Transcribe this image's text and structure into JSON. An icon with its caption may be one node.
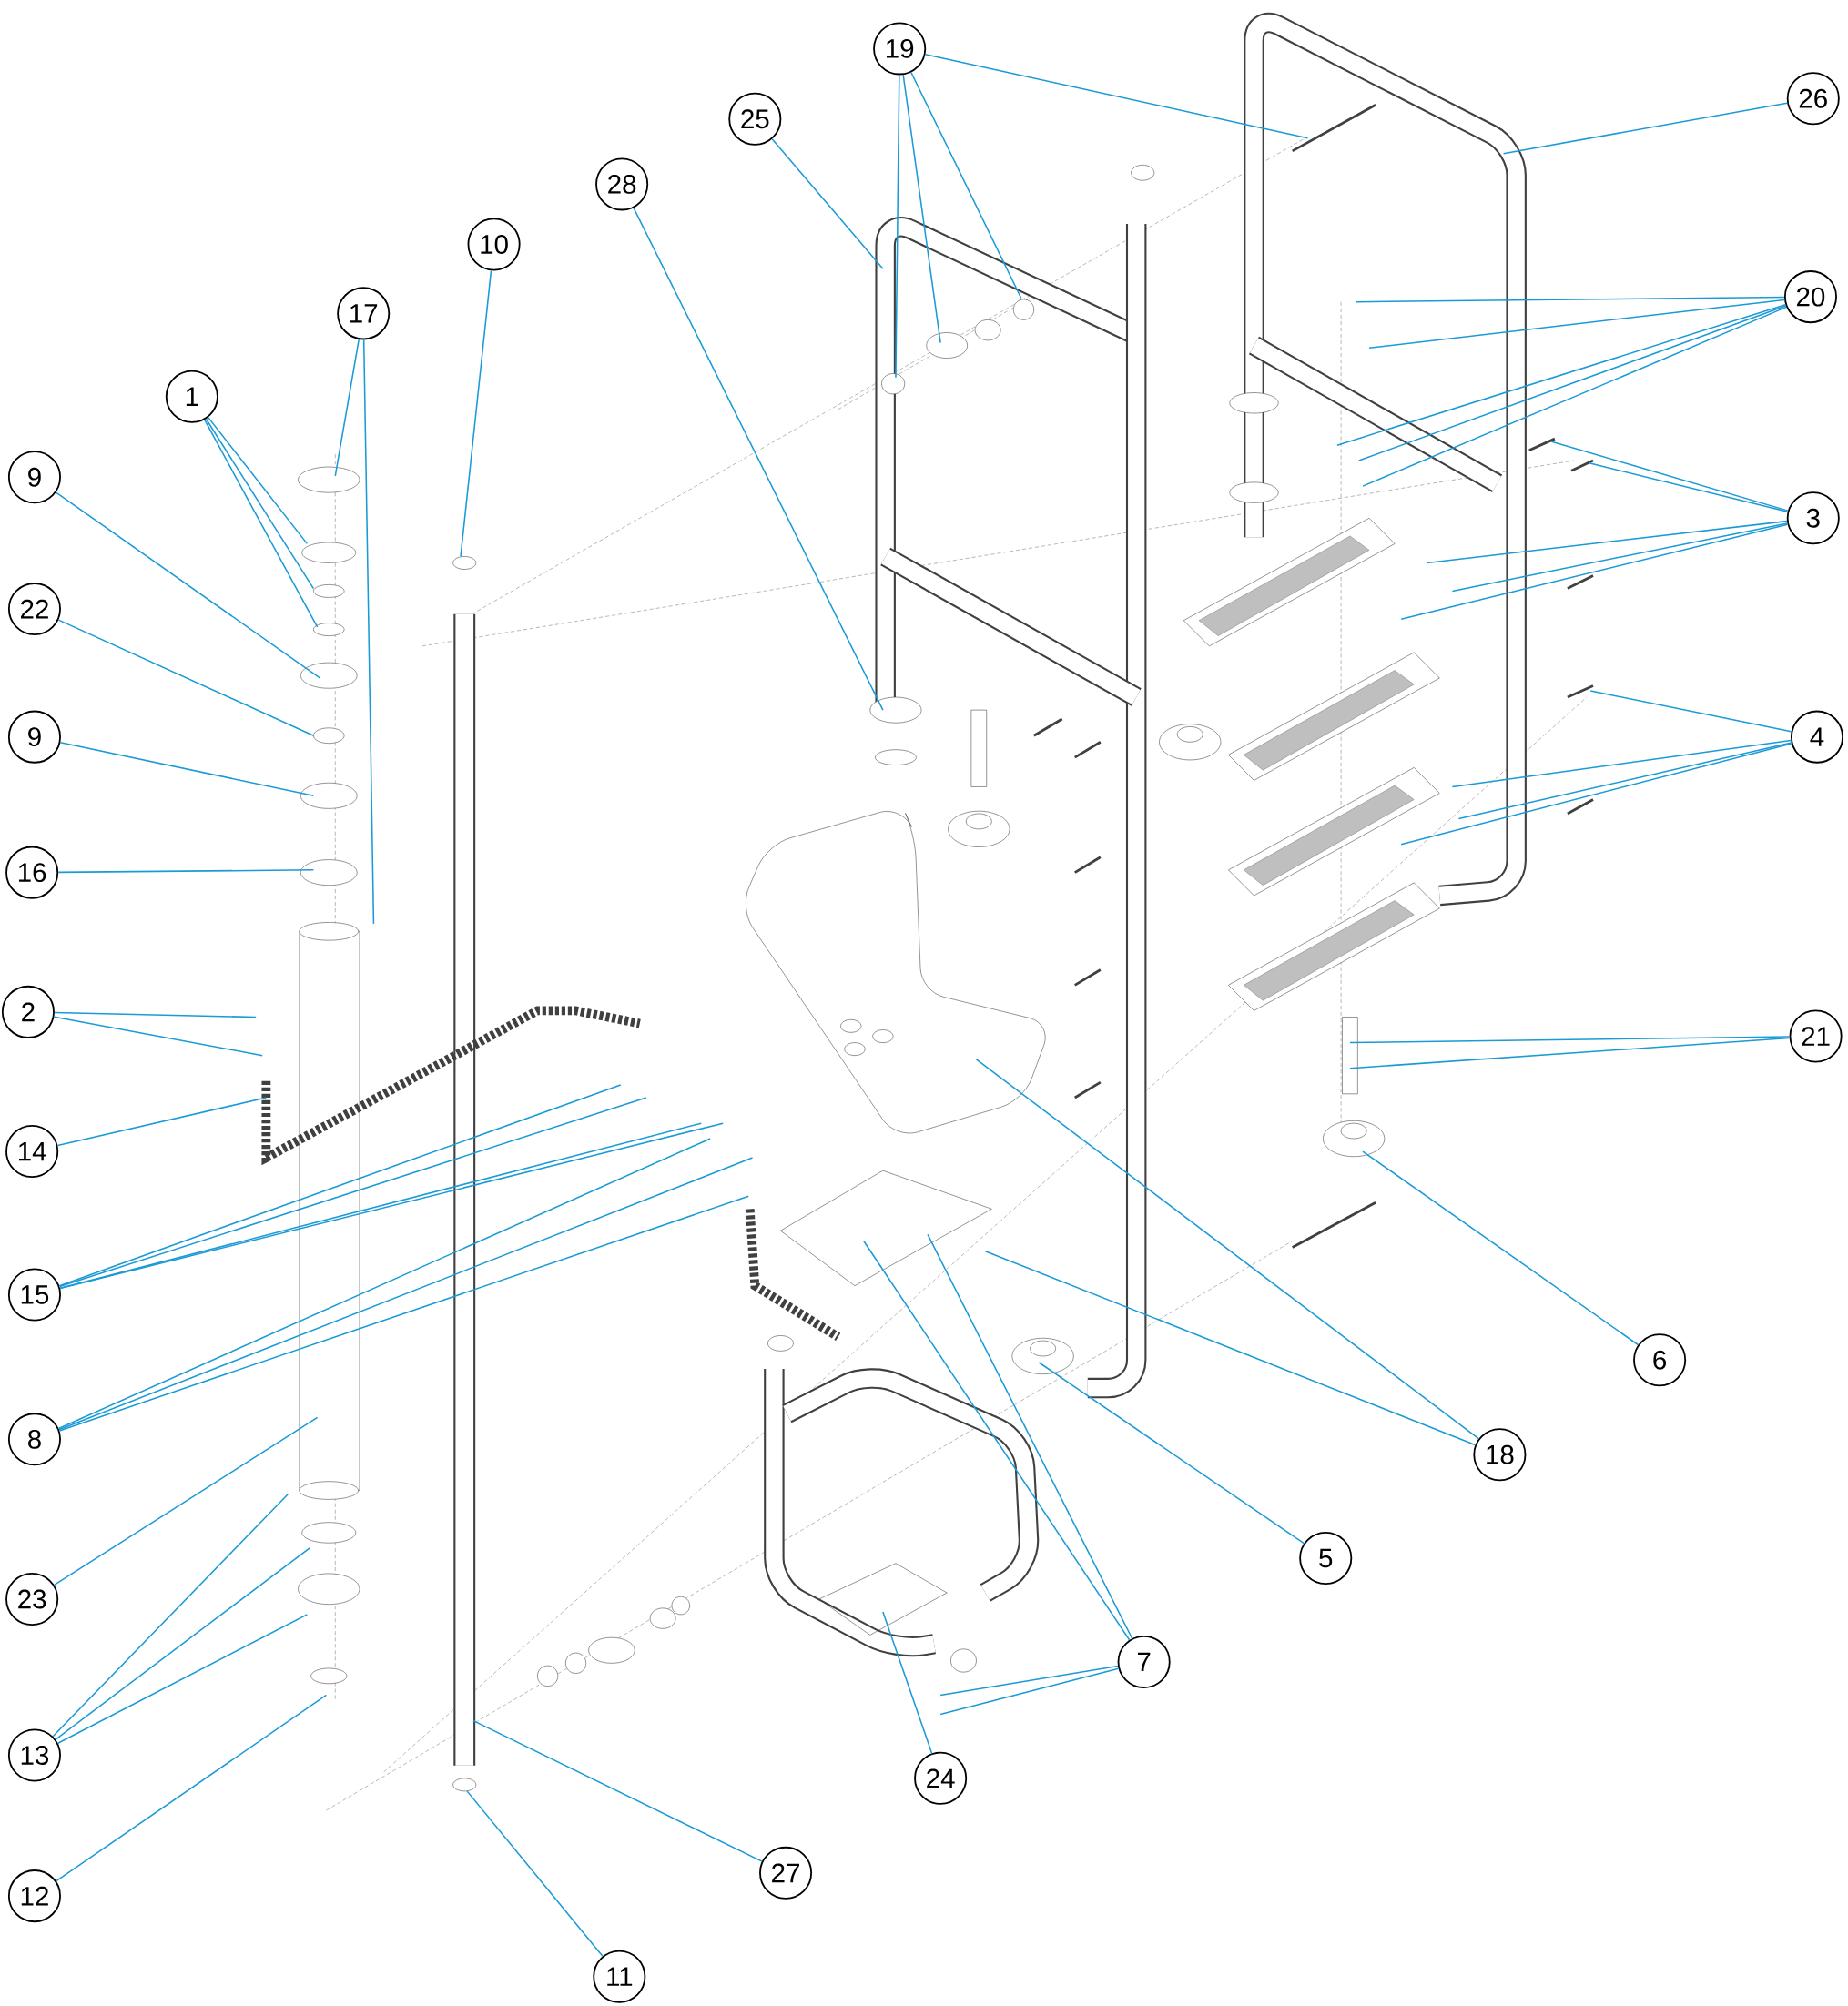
{
  "diagram": {
    "nodes": [
      {
        "text": [
          "19"
        ]
      },
      {
        "text": [
          "25"
        ]
      },
      {
        "text": [
          "26"
        ]
      },
      {
        "text": [
          "28"
        ]
      },
      {
        "text": [
          "10"
        ]
      },
      {
        "text": [
          "17"
        ]
      },
      {
        "text": [
          "20"
        ]
      },
      {
        "text": [
          "1"
        ]
      },
      {
        "text": [
          "9"
        ]
      },
      {
        "text": [
          "3"
        ]
      },
      {
        "text": [
          "22"
        ]
      },
      {
        "text": [
          "9"
        ]
      },
      {
        "text": [
          "4"
        ]
      },
      {
        "text": [
          "16"
        ]
      },
      {
        "text": [
          "2"
        ]
      },
      {
        "text": [
          "21"
        ]
      },
      {
        "text": [
          "14"
        ]
      },
      {
        "text": [
          "15"
        ]
      },
      {
        "text": [
          "6"
        ]
      },
      {
        "text": [
          "8"
        ]
      },
      {
        "text": [
          "18"
        ]
      },
      {
        "text": [
          "5"
        ]
      },
      {
        "text": [
          "23"
        ]
      },
      {
        "text": [
          "7"
        ]
      },
      {
        "text": [
          "13"
        ]
      },
      {
        "text": [
          "24"
        ]
      },
      {
        "text": [
          "27"
        ]
      },
      {
        "text": [
          "12"
        ]
      },
      {
        "text": [
          "11"
        ]
      }
    ],
    "edges": [
      {
        "from": 0,
        "to": null,
        "arrow": "none"
      },
      {
        "from": 0,
        "to": null,
        "arrow": "none"
      },
      {
        "from": 0,
        "to": null,
        "arrow": "none"
      },
      {
        "from": 0,
        "to": null,
        "arrow": "none"
      },
      {
        "from": 1,
        "to": null,
        "arrow": "none"
      },
      {
        "from": 2,
        "to": null,
        "arrow": "none"
      },
      {
        "from": 3,
        "to": null,
        "arrow": "none"
      },
      {
        "from": 4,
        "to": null,
        "arrow": "none"
      },
      {
        "from": 5,
        "to": null,
        "arrow": "none"
      },
      {
        "from": 5,
        "to": null,
        "arrow": "none"
      },
      {
        "from": 6,
        "to": null,
        "arrow": "none"
      },
      {
        "from": 6,
        "to": null,
        "arrow": "none"
      },
      {
        "from": 6,
        "to": null,
        "arrow": "none"
      },
      {
        "from": 6,
        "to": null,
        "arrow": "none"
      },
      {
        "from": 6,
        "to": null,
        "arrow": "none"
      },
      {
        "from": 7,
        "to": null,
        "arrow": "none"
      },
      {
        "from": 7,
        "to": null,
        "arrow": "none"
      },
      {
        "from": 7,
        "to": null,
        "arrow": "none"
      },
      {
        "from": 8,
        "to": null,
        "arrow": "none"
      },
      {
        "from": 9,
        "to": null,
        "arrow": "none"
      },
      {
        "from": 9,
        "to": null,
        "arrow": "none"
      },
      {
        "from": 9,
        "to": null,
        "arrow": "none"
      },
      {
        "from": 9,
        "to": null,
        "arrow": "none"
      },
      {
        "from": 9,
        "to": null,
        "arrow": "none"
      },
      {
        "from": 10,
        "to": null,
        "arrow": "none"
      },
      {
        "from": 11,
        "to": null,
        "arrow": "none"
      },
      {
        "from": 12,
        "to": null,
        "arrow": "none"
      },
      {
        "from": 12,
        "to": null,
        "arrow": "none"
      },
      {
        "from": 12,
        "to": null,
        "arrow": "none"
      },
      {
        "from": 12,
        "to": null,
        "arrow": "none"
      },
      {
        "from": 13,
        "to": null,
        "arrow": "none"
      },
      {
        "from": 14,
        "to": null,
        "arrow": "none"
      },
      {
        "from": 14,
        "to": null,
        "arrow": "none"
      },
      {
        "from": 15,
        "to": null,
        "arrow": "none"
      },
      {
        "from": 15,
        "to": null,
        "arrow": "none"
      },
      {
        "from": 16,
        "to": null,
        "arrow": "none"
      },
      {
        "from": 17,
        "to": null,
        "arrow": "none"
      },
      {
        "from": 17,
        "to": null,
        "arrow": "none"
      },
      {
        "from": 17,
        "to": null,
        "arrow": "none"
      },
      {
        "from": 17,
        "to": null,
        "arrow": "none"
      },
      {
        "from": 18,
        "to": null,
        "arrow": "none"
      },
      {
        "from": 19,
        "to": null,
        "arrow": "none"
      },
      {
        "from": 19,
        "to": null,
        "arrow": "none"
      },
      {
        "from": 19,
        "to": null,
        "arrow": "none"
      },
      {
        "from": 20,
        "to": null,
        "arrow": "none"
      },
      {
        "from": 20,
        "to": null,
        "arrow": "none"
      },
      {
        "from": 21,
        "to": null,
        "arrow": "none"
      },
      {
        "from": 22,
        "to": null,
        "arrow": "none"
      },
      {
        "from": 23,
        "to": null,
        "arrow": "none"
      },
      {
        "from": 23,
        "to": null,
        "arrow": "none"
      },
      {
        "from": 23,
        "to": null,
        "arrow": "none"
      },
      {
        "from": 23,
        "to": null,
        "arrow": "none"
      },
      {
        "from": 24,
        "to": null,
        "arrow": "none"
      },
      {
        "from": 24,
        "to": null,
        "arrow": "none"
      },
      {
        "from": 24,
        "to": null,
        "arrow": "none"
      },
      {
        "from": 25,
        "to": null,
        "arrow": "none"
      },
      {
        "from": 26,
        "to": null,
        "arrow": "none"
      },
      {
        "from": 27,
        "to": null,
        "arrow": "none"
      },
      {
        "from": 28,
        "to": null,
        "arrow": "none"
      }
    ]
  }
}
